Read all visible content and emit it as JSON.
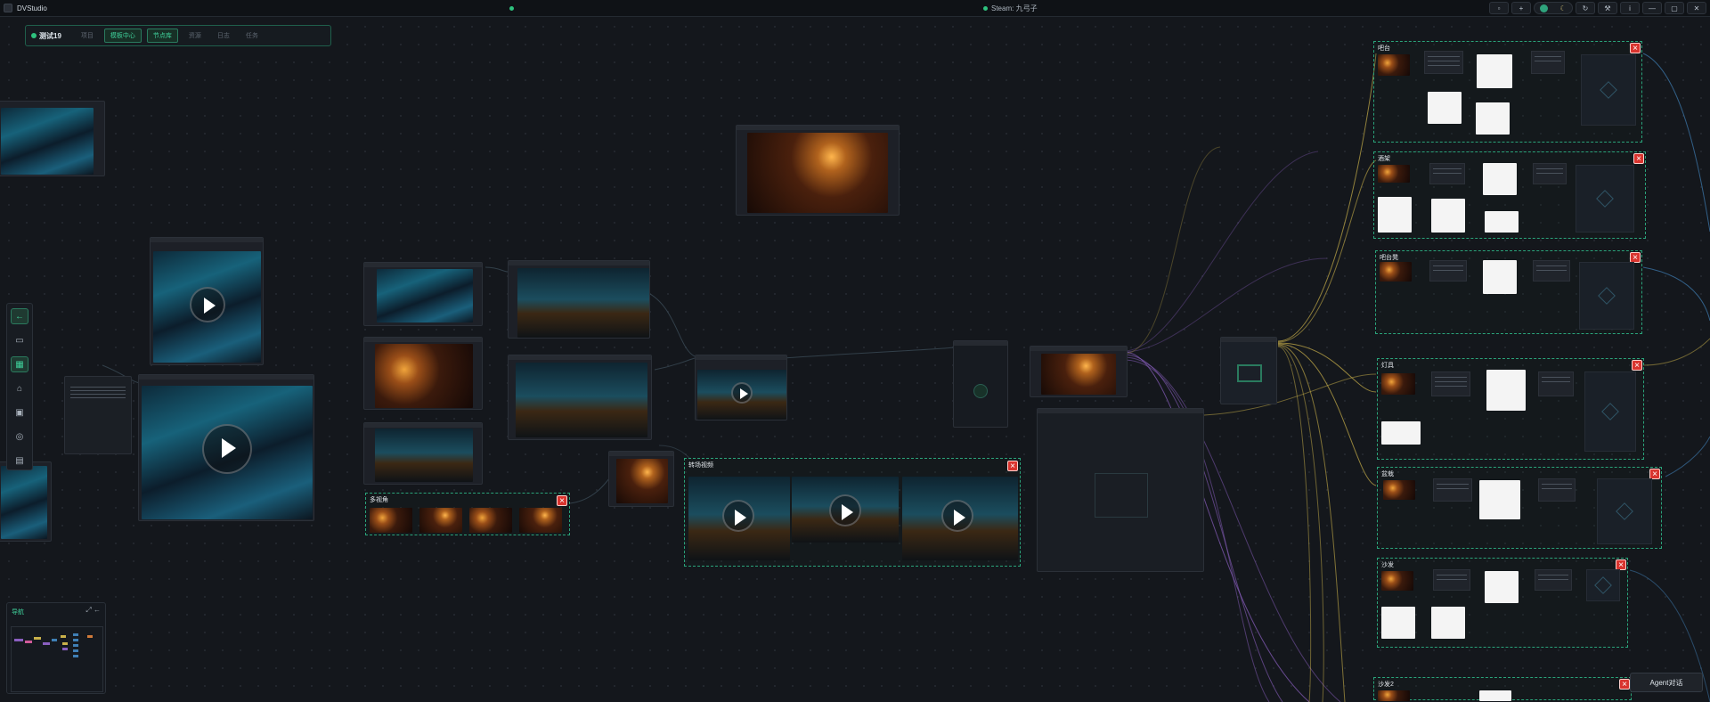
{
  "titlebar": {
    "app_name": "DVStudio",
    "steam_label": "Steam: 九弓子",
    "controls": [
      "+",
      "☾",
      "⚒",
      "i",
      "—",
      "▢",
      "✕"
    ]
  },
  "toolbar": {
    "project_name": "测试19",
    "items": [
      {
        "label": "项目",
        "active": false
      },
      {
        "label": "模板中心",
        "active": true
      },
      {
        "label": "节点库",
        "active": true
      },
      {
        "label": "资源",
        "active": false
      },
      {
        "label": "日志",
        "active": false
      },
      {
        "label": "任务",
        "active": false
      }
    ]
  },
  "groups": {
    "multi_view": "多视角",
    "transition_video": "转场视频"
  },
  "right_groups": [
    {
      "title": "吧台"
    },
    {
      "title": "酒架"
    },
    {
      "title": "吧台凳"
    },
    {
      "title": "灯具"
    },
    {
      "title": "盆栽"
    },
    {
      "title": "沙发"
    },
    {
      "title": "沙发2"
    }
  ],
  "minimap": {
    "title": "导航"
  },
  "agent_button": "Agent对话",
  "colors": {
    "accent": "#2ec27e",
    "group_border": "#2aa37a",
    "close": "#d9342e",
    "link_yellow": "#c9b14a",
    "link_purple": "#8a5fc0",
    "link_blue": "#3f7fb5"
  }
}
